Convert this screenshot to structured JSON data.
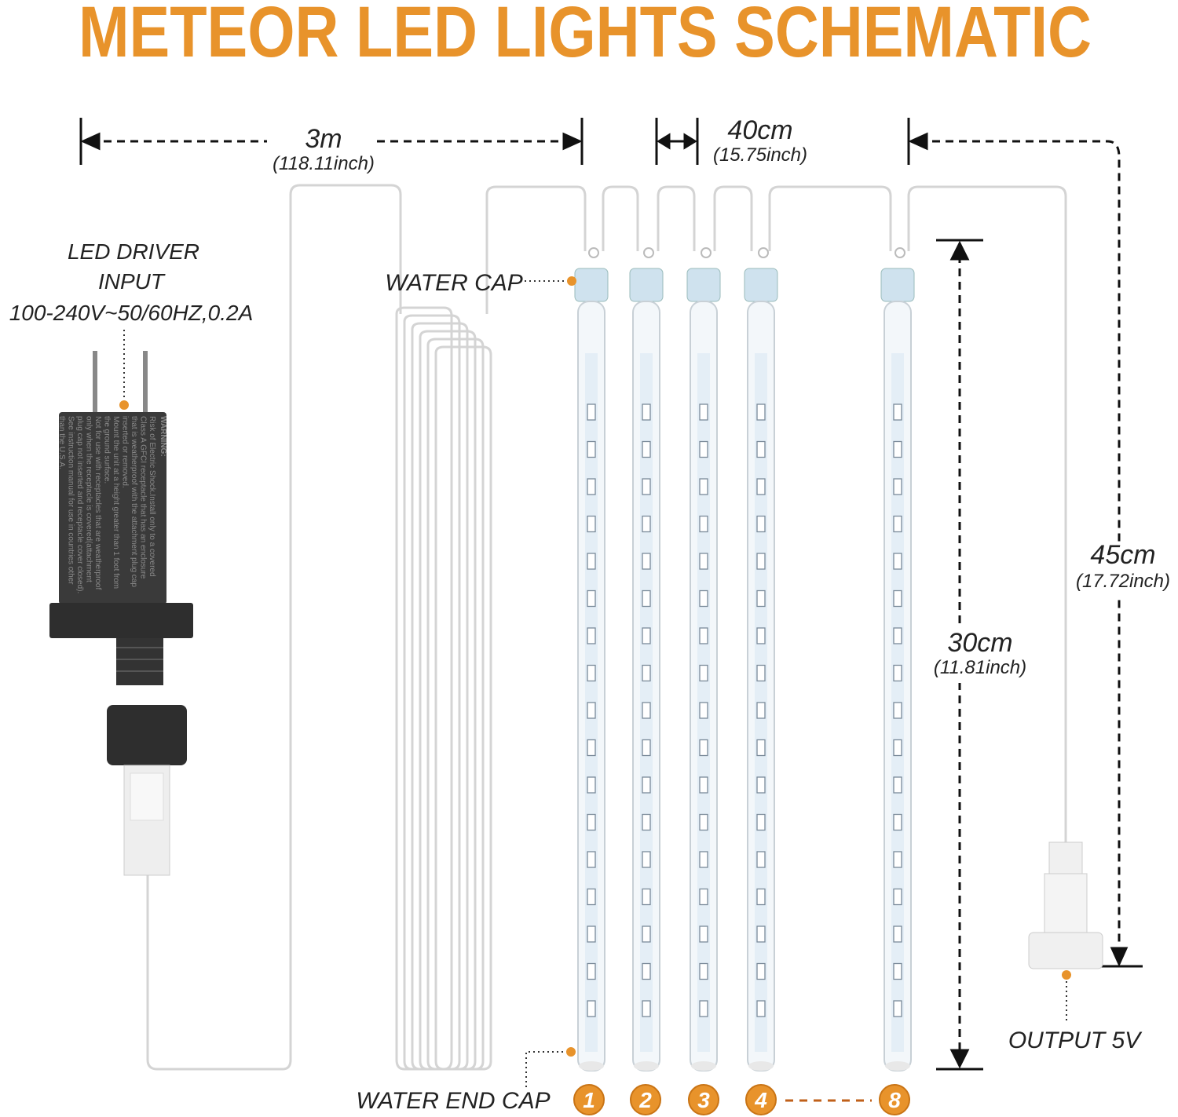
{
  "title": "METEOR LED LIGHTS SCHEMATIC",
  "dimensions": {
    "cable_length": "3m",
    "cable_length_inch": "(118.11inch)",
    "spacing": "40cm",
    "spacing_inch": "(15.75inch)",
    "lead_length": "45cm",
    "lead_length_inch": "(17.72inch)",
    "tube_length": "30cm",
    "tube_length_inch": "(11.81inch)"
  },
  "labels": {
    "driver_line1": "LED DRIVER",
    "driver_line2": "INPUT",
    "driver_line3": "100-240V~50/60HZ,0.2A",
    "water_cap": "WATER CAP",
    "water_end_cap": "WATER END CAP",
    "output": "OUTPUT 5V"
  },
  "warning": {
    "heading": "WARNING:",
    "lines": [
      "Risk of Electric Shock.Install only to a covered",
      "Class A GFCI receptacle that has an enclosure",
      "that is weatherproof with the attachment plug cap",
      "inserted or removed.",
      "Mount the unit at a height greater than 1 foot from",
      "the ground surface.",
      "Not for use with receptacles that are weatherproof",
      "only when the receptacle is covered(attachment",
      "plug cap not inserted and receptacle cover closed).",
      "See instruction manual for use in countries other",
      "than the U.S.A."
    ]
  },
  "tube_numbers": [
    "1",
    "2",
    "3",
    "4",
    "8"
  ],
  "colors": {
    "accent": "#e8932b",
    "dark": "#2e2e2e"
  }
}
